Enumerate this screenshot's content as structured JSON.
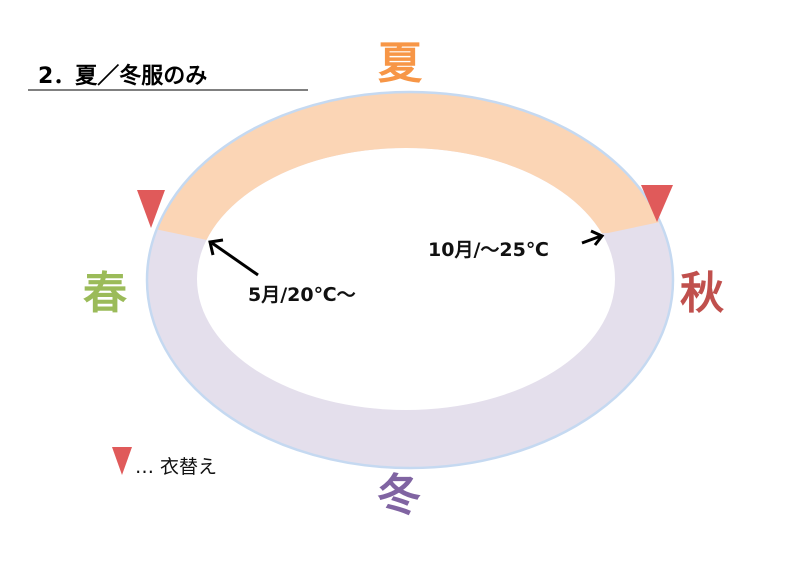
{
  "title": "2．夏／冬服のみ",
  "seasons": {
    "summer": "夏",
    "spring": "春",
    "autumn": "秋",
    "winter": "冬"
  },
  "annotations": {
    "spring_change": "5月/20℃～",
    "autumn_change": "10月/～25℃"
  },
  "legend": {
    "marker_text": "… 衣替え"
  },
  "colors": {
    "summer_band": "#FBD5B5",
    "winter_band": "#E4DFEC",
    "ring_outline": "#C5D9F1",
    "marker": "#E05A5A",
    "summer": "#F79646",
    "spring": "#9BBB59",
    "autumn": "#C0504D",
    "winter": "#8064A2"
  }
}
